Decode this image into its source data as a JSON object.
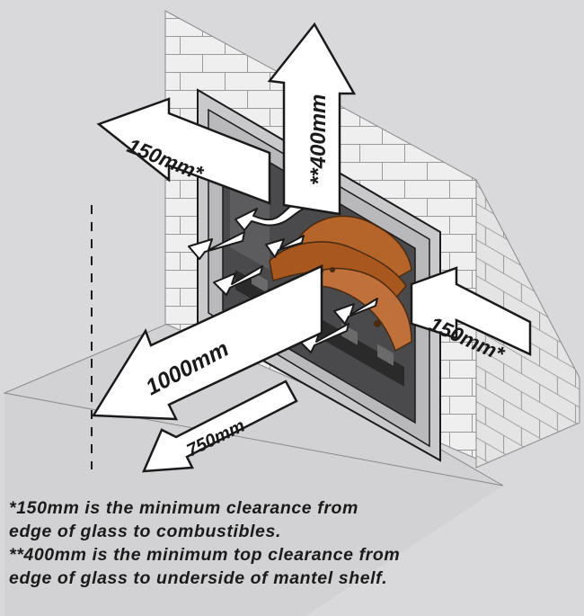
{
  "dimensions": {
    "top": "**400mm",
    "left": "150mm*",
    "right": "150mm*",
    "front": "1000mm",
    "hearth": "750mm"
  },
  "notes": [
    "*150mm is the minimum clearance from",
    "edge of glass to combustibles.",
    "**400mm is the minimum top clearance from",
    "edge of glass to underside of mantel shelf."
  ],
  "colors": {
    "background": "#d9d9db",
    "wall": "#ededed",
    "arrow_fill": "#ffffff",
    "outline": "#1a1a1a",
    "wood": "#b5642a"
  }
}
